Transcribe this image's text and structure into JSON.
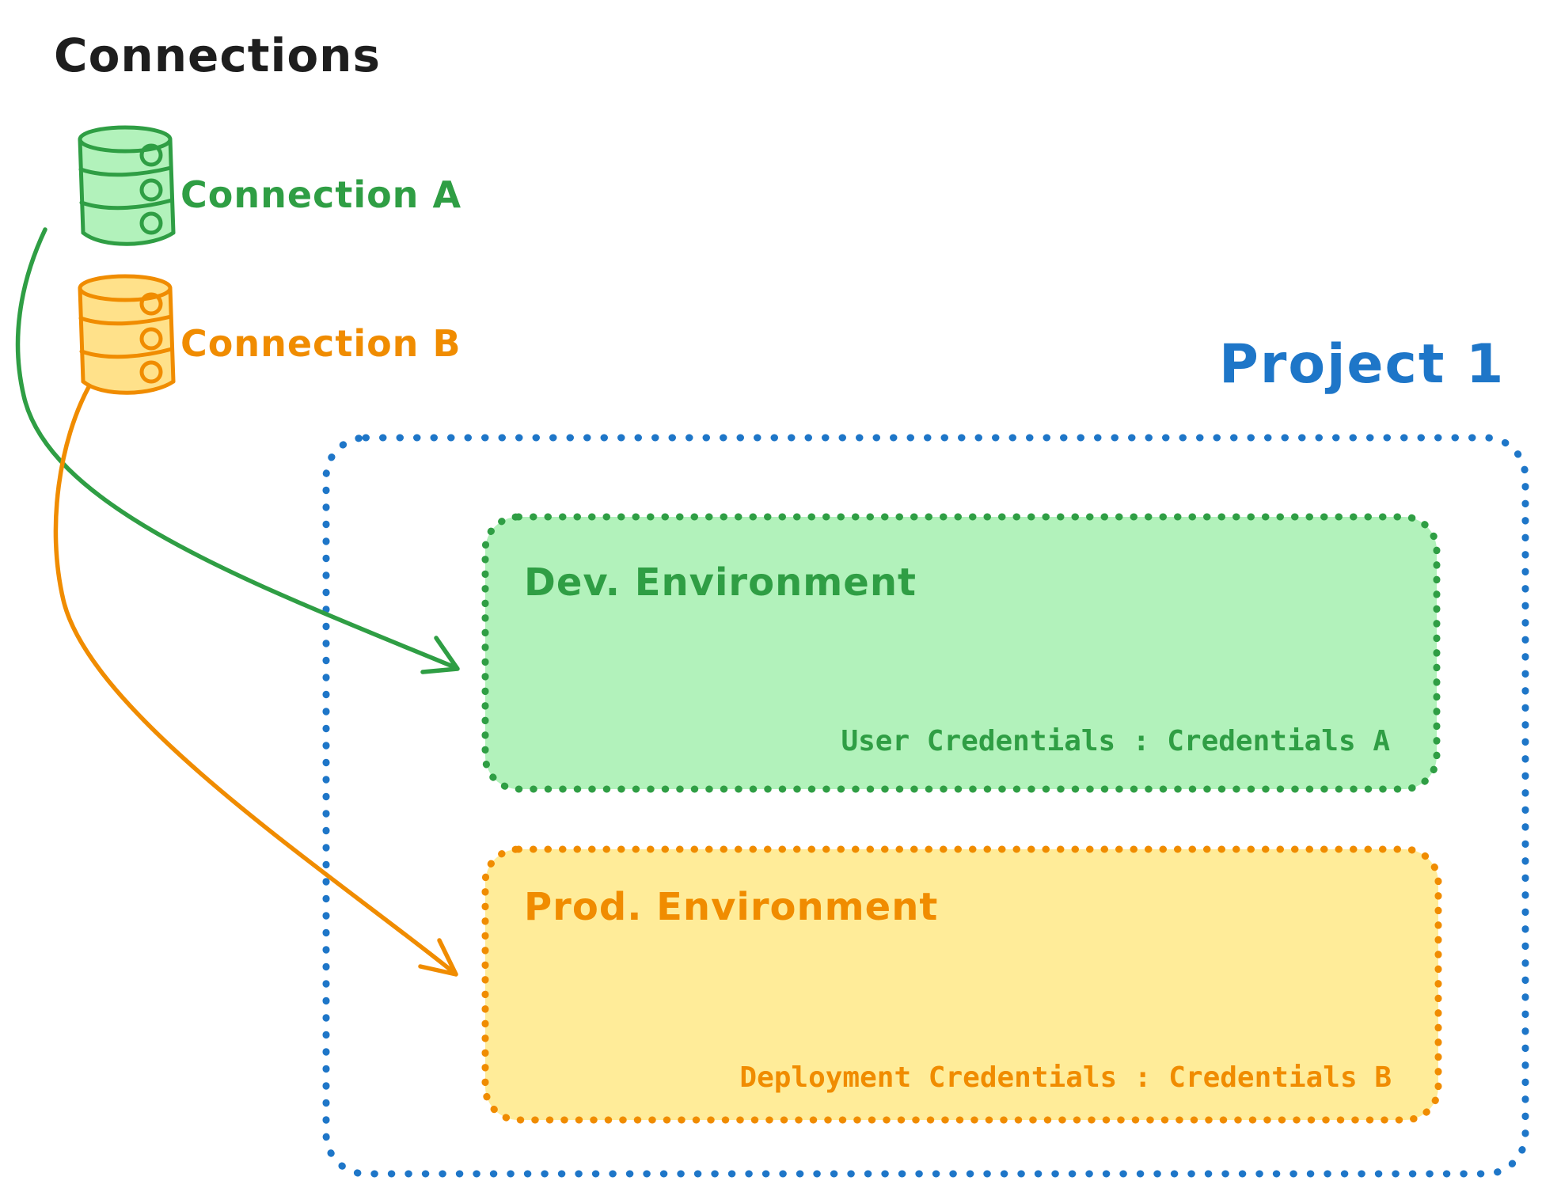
{
  "diagram_title": "Connections",
  "colors": {
    "background": "#ffffff",
    "title_text": "#1e1e1e",
    "green": "#2f9e44",
    "green_fill": "#b2f2bb",
    "orange": "#f08c00",
    "orange_fill": "#ffec99",
    "orange_icon_fill": "#ffe18a",
    "blue": "#1e76c8"
  },
  "connections": [
    {
      "label": "Connection A",
      "icon": "database-icon",
      "color": "#2f9e44"
    },
    {
      "label": "Connection B",
      "icon": "database-icon",
      "color": "#f08c00"
    }
  ],
  "project": {
    "label": "Project 1",
    "environments": [
      {
        "name": "Dev. Environment",
        "credentials_line": "User Credentials : Credentials A",
        "color": "#2f9e44"
      },
      {
        "name": "Prod. Environment",
        "credentials_line": "Deployment Credentials : Credentials B",
        "color": "#f08c00"
      }
    ]
  },
  "arrows": [
    {
      "name": "connection-a-to-dev-environment",
      "color": "#2f9e44"
    },
    {
      "name": "connection-b-to-prod-environment",
      "color": "#f08c00"
    }
  ]
}
